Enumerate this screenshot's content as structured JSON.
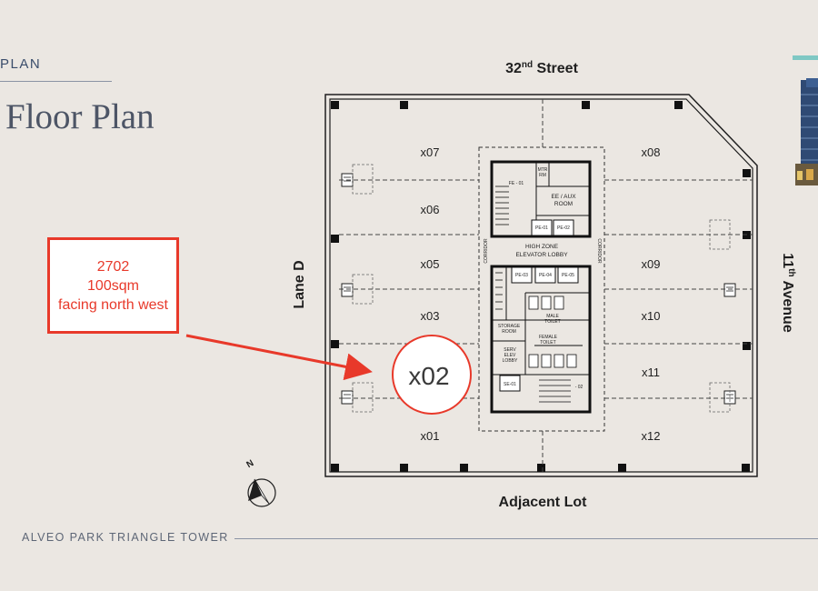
{
  "header": {
    "kicker": "PLAN",
    "title": "Floor Plan"
  },
  "callout": {
    "unit": "2702",
    "area": "100sqm",
    "orientation": "facing north west"
  },
  "highlight": {
    "label": "x02"
  },
  "streets": {
    "north": "32",
    "north_sup": "nd",
    "north_suffix": " Street",
    "south": "Adjacent Lot",
    "west": "Lane D",
    "east": "11",
    "east_sup": "th",
    "east_suffix": " Avenue"
  },
  "units": [
    "x07",
    "x06",
    "x05",
    "x03",
    "x01",
    "x08",
    "x09",
    "x10",
    "x11",
    "x12"
  ],
  "core": {
    "corridor": "CORRIDOR",
    "lobby_line1": "HIGH ZONE",
    "lobby_line2": "ELEVATOR LOBBY",
    "fe01": "FE - 01",
    "ee_line1": "EE / AUX",
    "ee_line2": "ROOM",
    "mtr_line1": "MTR",
    "mtr_line2": "RM",
    "pe01": "PE-01",
    "pe02": "PE-02",
    "pe03": "PE-03",
    "pe04": "PE-04",
    "pe05": "PE-05",
    "male_line1": "MALE",
    "male_line2": "TOILET",
    "female_line1": "FEMALE",
    "female_line2": "TOILET",
    "storage_line1": "STORAGE",
    "storage_line2": "ROOM",
    "serv_line1": "SERV",
    "serv_line2": "ELEV",
    "serv_line3": "LOBBY",
    "se01": "SE-01",
    "fe02": "- 02"
  },
  "compass": {
    "north": "N"
  },
  "footer": {
    "project": "ALVEO PARK TRIANGLE TOWER"
  },
  "colors": {
    "accent_red": "#e8392a",
    "teal": "#7fc8c4",
    "navy": "#3a4d6b"
  }
}
